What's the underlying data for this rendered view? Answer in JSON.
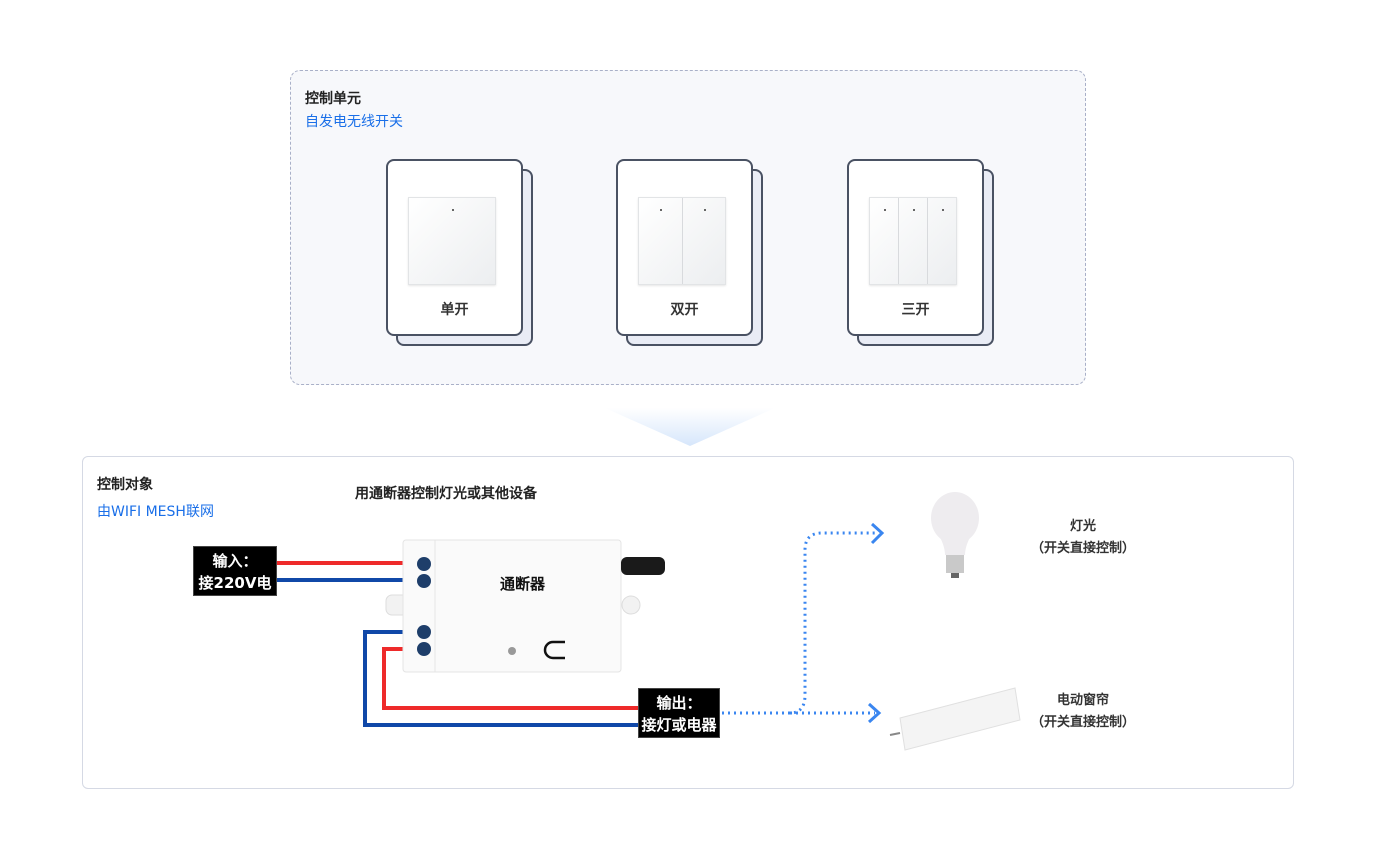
{
  "control_unit": {
    "title": "控制单元",
    "subtitle": "自发电无线开关",
    "switches": [
      {
        "label": "单开",
        "gangs": 1
      },
      {
        "label": "双开",
        "gangs": 2
      },
      {
        "label": "三开",
        "gangs": 3
      }
    ]
  },
  "control_target": {
    "title": "控制对象",
    "subtitle": "由WIFI MESH联网",
    "diagram_title": "用通断器控制灯光或其他设备",
    "relay_label": "通断器",
    "input_label": [
      "输入：",
      "接220V电"
    ],
    "output_label": [
      "输出：",
      "接灯或电器"
    ],
    "devices": [
      {
        "name": "灯光",
        "note": "（开关直接控制）"
      },
      {
        "name": "电动窗帘",
        "note": "（开关直接控制）"
      }
    ]
  },
  "colors": {
    "accent": "#1a6fe8",
    "wire_live": "#ee2a2a",
    "wire_neutral": "#1048a8",
    "arrow": "#3a86f0"
  }
}
